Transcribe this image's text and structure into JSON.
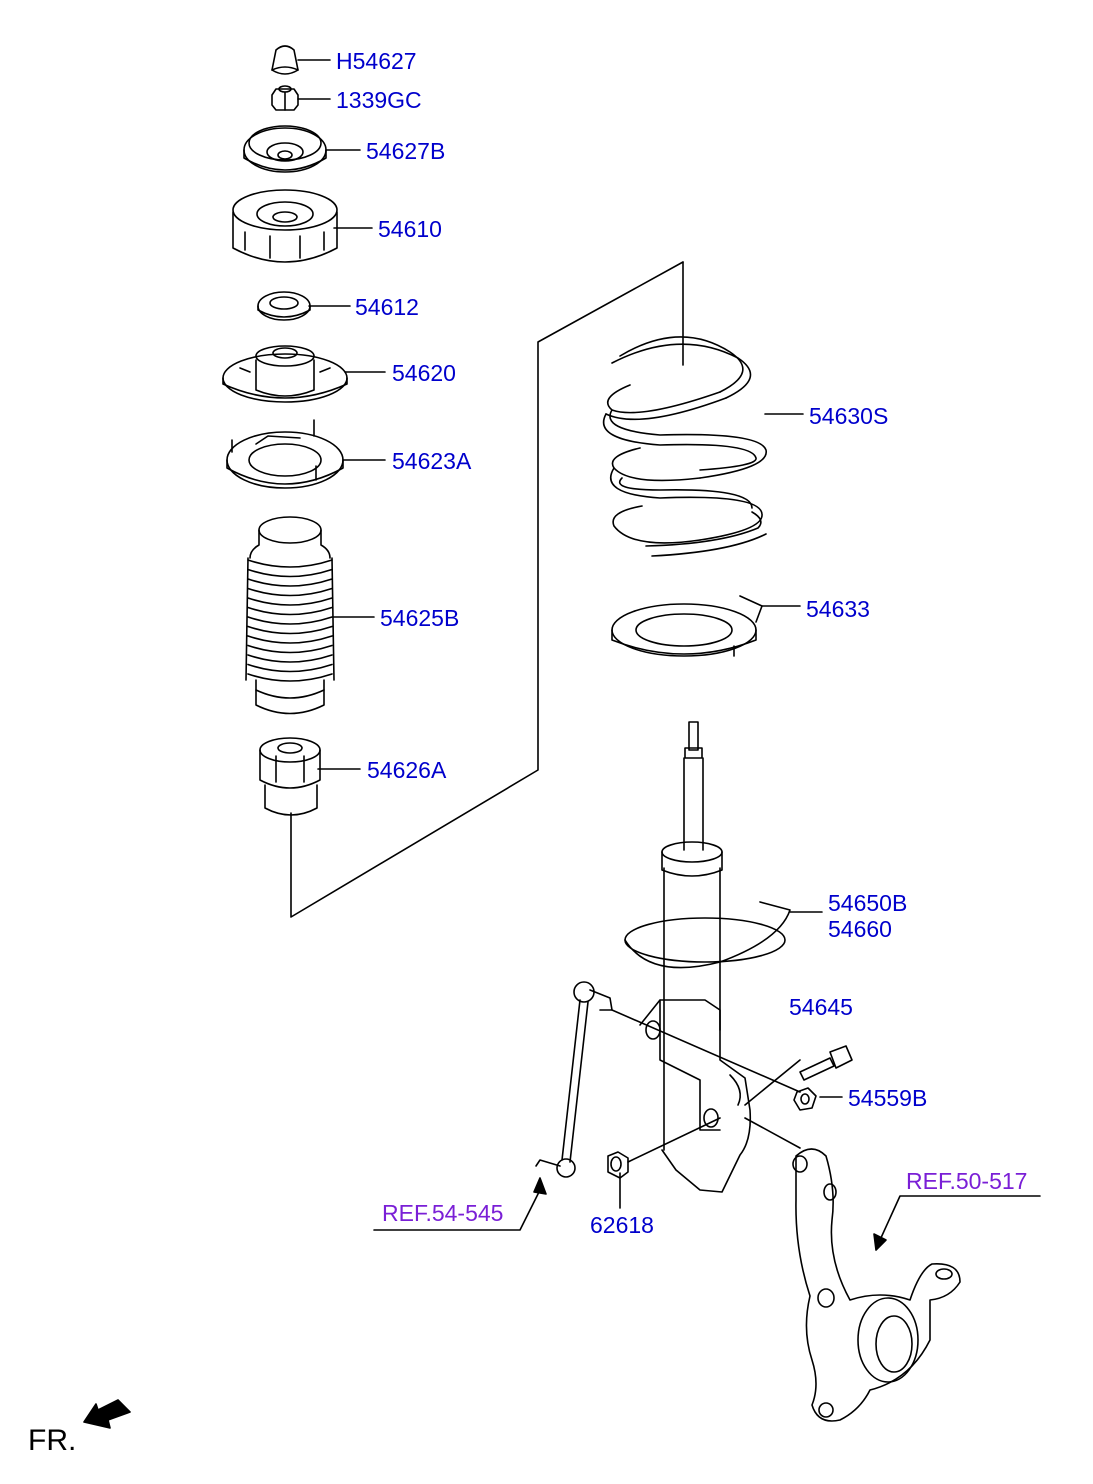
{
  "parts": {
    "h54627": "H54627",
    "p1339gc": "1339GC",
    "p54627b": "54627B",
    "p54610": "54610",
    "p54612": "54612",
    "p54620": "54620",
    "p54623a": "54623A",
    "p54625b": "54625B",
    "p54626a": "54626A",
    "p54630s": "54630S",
    "p54633": "54633",
    "p54650b": "54650B",
    "p54660": "54660",
    "p54645": "54645",
    "p54559b": "54559B",
    "p62618": "62618"
  },
  "refs": {
    "ref_54_545": "REF.54-545",
    "ref_50_517": "REF.50-517"
  },
  "orientation": {
    "front": "FR."
  },
  "colors": {
    "part_label": "#0000cc",
    "ref_label": "#7a1fd6",
    "line": "#000000"
  }
}
